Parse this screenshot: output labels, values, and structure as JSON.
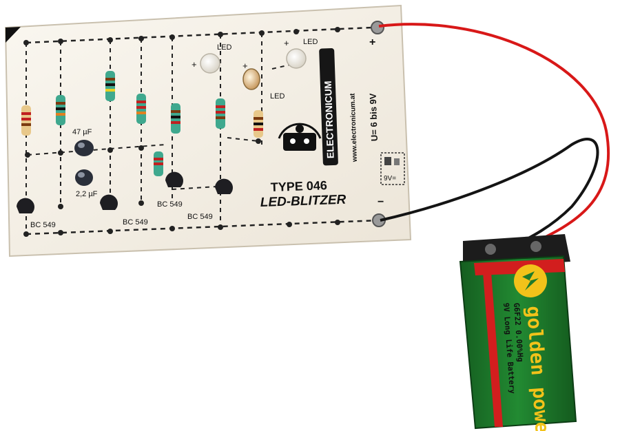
{
  "board": {
    "type_label": "TYPE  046",
    "title": "LED-BLITZER",
    "brand": "ELECTRONICUM",
    "url": "www.electronicum.at",
    "voltage": "U= 6 bis 9V",
    "battery_symbol_label": "9V=",
    "plus_sign": "+",
    "minus_sign": "−",
    "led_labels": [
      "LED",
      "LED",
      "LED"
    ],
    "capacitor_labels": [
      "47 µF",
      "2,2 µF"
    ],
    "transistor_labels": [
      "BC 549",
      "BC 549",
      "BC 549",
      "BC 549"
    ],
    "led_polarity": [
      "+",
      "+",
      "+"
    ],
    "board_color": "#f6f2ea",
    "wire_red": "#e02020",
    "wire_black": "#1a1a1a"
  },
  "battery": {
    "brand": "golden power",
    "model": "G6F22  0.00%Hg",
    "subtitle": "9V Long Life Battery",
    "body_color": "#1e7a2c",
    "stripe_color": "#d21e1e",
    "accent_color": "#f2c21a"
  }
}
